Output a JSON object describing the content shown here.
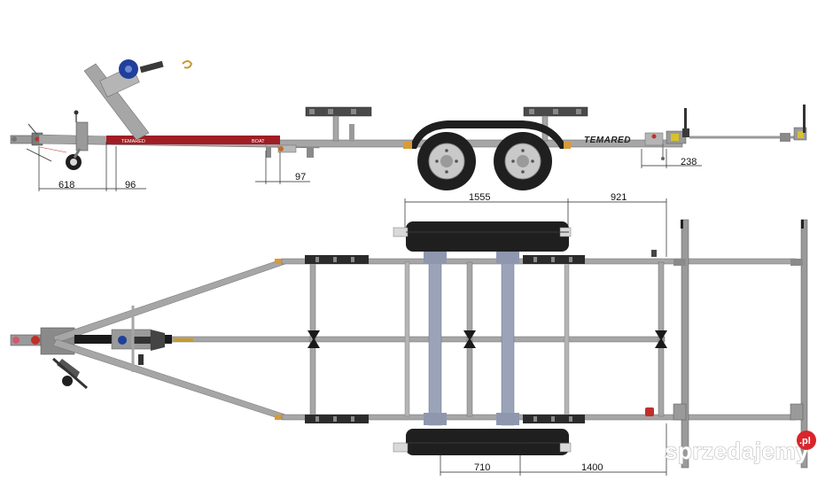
{
  "brand": {
    "side_logo": "TEMARED",
    "beam_logo": "TEMARED",
    "beam_model": "BOAT"
  },
  "dimensions": {
    "side_618": "618",
    "side_96": "96",
    "side_97": "97",
    "side_238": "238",
    "top_1555": "1555",
    "top_921": "921",
    "top_710": "710",
    "top_1400": "1400"
  },
  "watermark": {
    "text": "sprzedajemy",
    "badge": ".pl"
  },
  "colors": {
    "frame": "#a6a6a6",
    "frame_dark": "#6f6f6f",
    "tire": "#1f1f1f",
    "rim": "#c9c9c9",
    "axle": "#9aa3b8",
    "roller": "#2b2b2b",
    "beam_red": "#a01d24",
    "winch_blue": "#1f3f9a",
    "badge_red": "#d8252c",
    "accent_orange": "#d89a3a"
  }
}
